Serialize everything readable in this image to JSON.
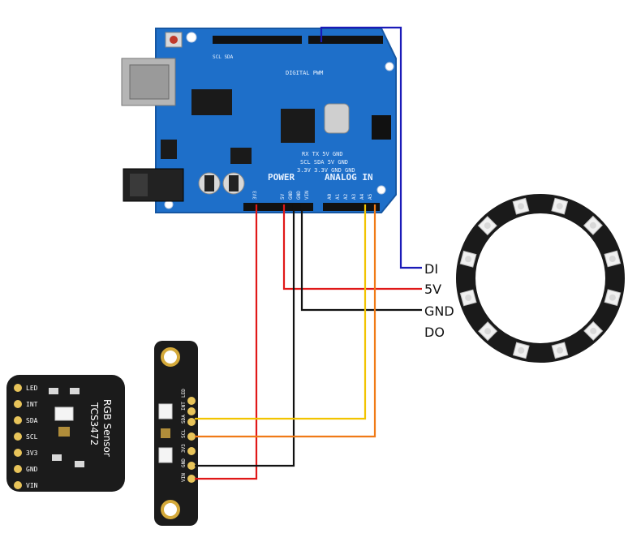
{
  "arduino": {
    "labels": {
      "power": "POWER",
      "analog_in": "ANALOG IN",
      "digital_pwm": "DIGITAL PWM",
      "scl_sda": "SCL SDA",
      "rx_tx_5v_gnd": "RX  TX  5V  GND",
      "scl_sda_5v_gnd": "SCL SDA 5V GND",
      "v33_gnd": "3.3V 3.3V GND GND",
      "power_pins": [
        "3V3",
        "5V",
        "GND",
        "GND",
        "VIN"
      ],
      "analog_pins": [
        "A0",
        "A1",
        "A2",
        "A3",
        "A4",
        "A5"
      ]
    }
  },
  "ring_labels": {
    "di": "DI",
    "v5": "5V",
    "gnd": "GND",
    "do": "DO"
  },
  "sensor_left": {
    "title1": "TCS3472",
    "title2": "RGB Sensor",
    "pins": [
      "LED",
      "INT",
      "SDA",
      "SCL",
      "3V3",
      "GND",
      "VIN"
    ]
  },
  "sensor_right": {
    "title": "TCS3472 Colour Sensor",
    "pins": [
      "LED",
      "INT",
      "SDA",
      "SCL",
      "3V3",
      "GND",
      "VIN"
    ]
  },
  "colors": {
    "board_blue": "#1e6fc9",
    "wire_blue": "#1a1ab8",
    "wire_red": "#e01818",
    "wire_black": "#111111",
    "wire_yellow": "#f2c400",
    "wire_orange": "#f07a16"
  }
}
